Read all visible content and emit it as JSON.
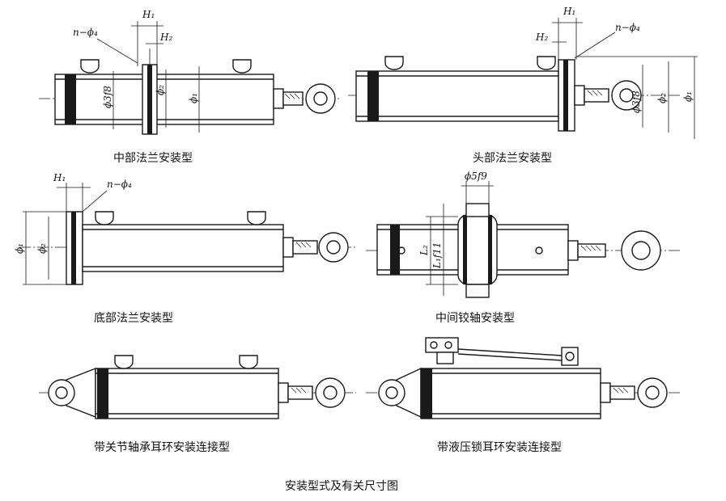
{
  "figure_title": "安装型式及有关尺寸图",
  "panels": [
    {
      "caption": "中部法兰安装型",
      "labels": {
        "h1": "H₁",
        "h2": "H₂",
        "n_phi4": "n−ϕ₄",
        "phi3f8": "ϕ3f8",
        "phi2": "ϕ₂",
        "phi1": "ϕ₁"
      }
    },
    {
      "caption": "头部法兰安装型",
      "labels": {
        "h1": "H₁",
        "h2": "H₂",
        "n_phi4": "n−ϕ₄",
        "phi3f8": "ϕ3f8",
        "phi2": "ϕ₂",
        "phi1": "ϕ₁"
      }
    },
    {
      "caption": "底部法兰安装型",
      "labels": {
        "h1": "H₁",
        "n_phi4": "n−ϕ₄",
        "phi1": "ϕ₁",
        "phi2": "ϕ₂"
      }
    },
    {
      "caption": "中间铰轴安装型",
      "labels": {
        "phi5f9": "ϕ5f9",
        "l2": "L₂",
        "l1f11": "L₁f11"
      }
    },
    {
      "caption": "带关节轴承耳环安装连接型"
    },
    {
      "caption": "带液压锁耳环安装连接型"
    }
  ]
}
